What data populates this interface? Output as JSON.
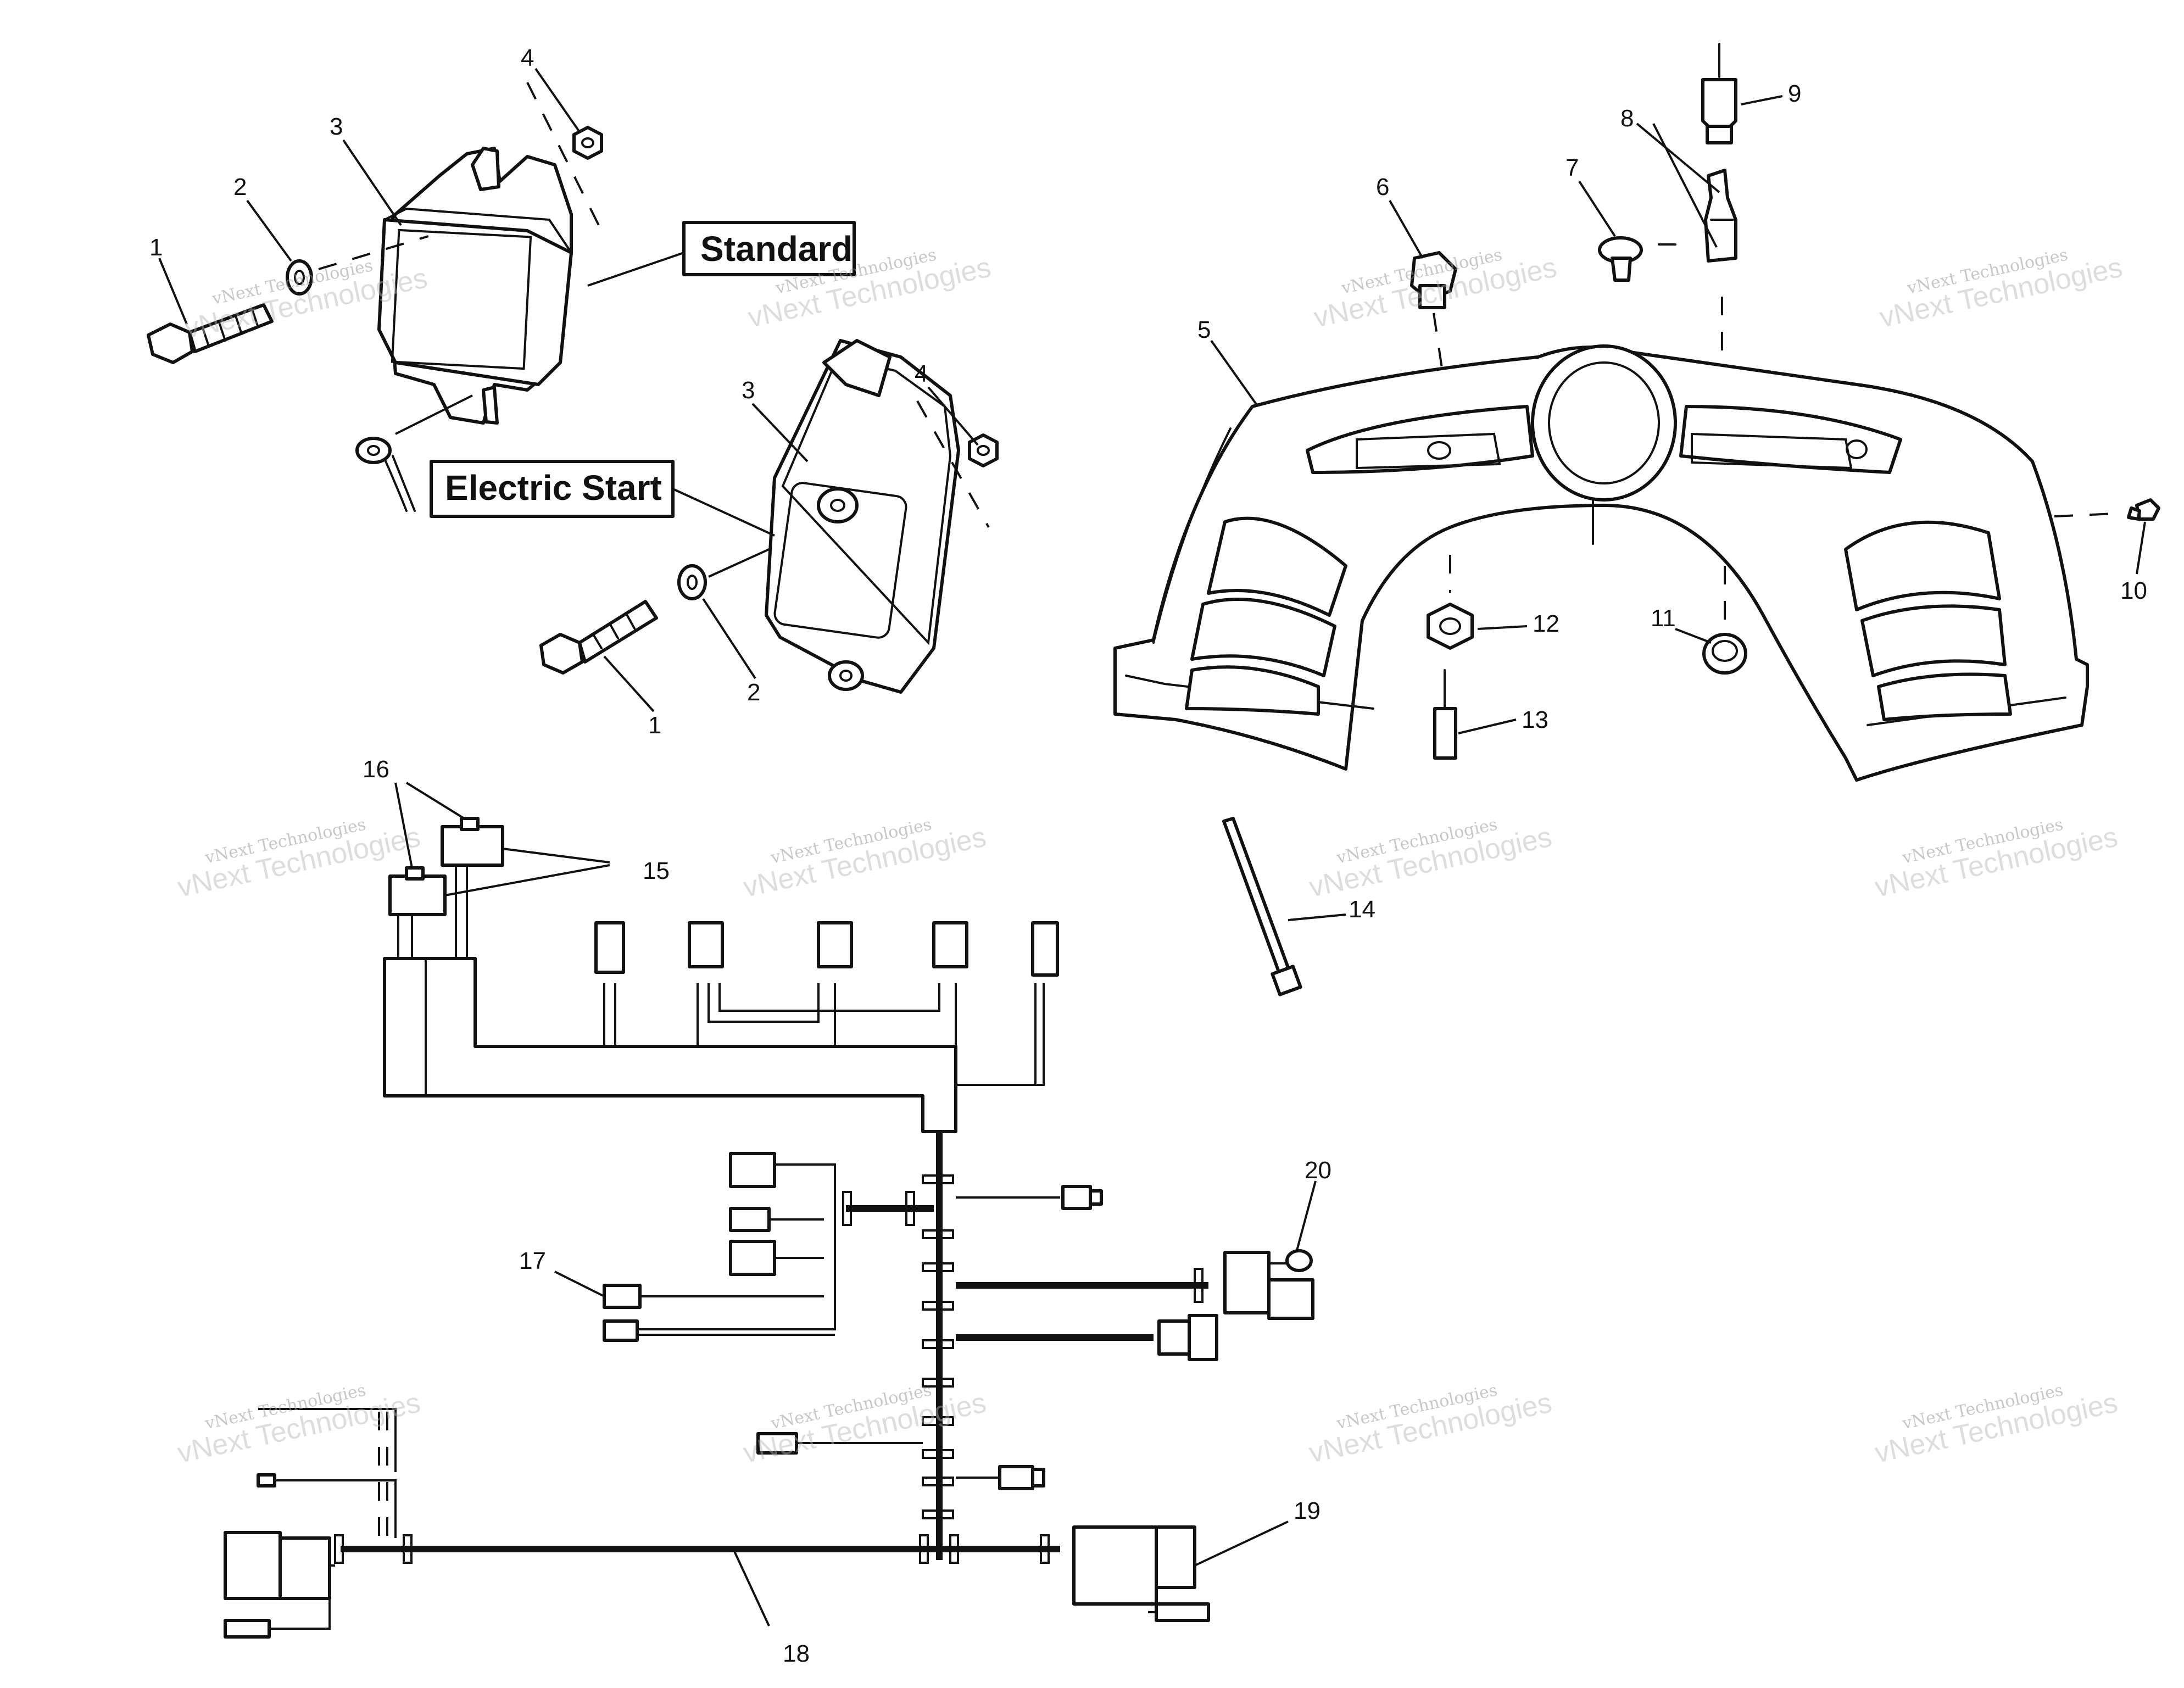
{
  "labels": {
    "standard": "Standard",
    "electric_start": "Electric Start"
  },
  "callouts": {
    "c1a": "1",
    "c2a": "2",
    "c3a": "3",
    "c4a": "4",
    "c1b": "1",
    "c2b": "2",
    "c3b": "3",
    "c4b": "4",
    "c5": "5",
    "c6": "6",
    "c7": "7",
    "c8": "8",
    "c9": "9",
    "c10": "10",
    "c11": "11",
    "c12": "12",
    "c13": "13",
    "c14": "14",
    "c15": "15",
    "c16": "16",
    "c17": "17",
    "c18": "18",
    "c19": "19",
    "c20": "20"
  },
  "watermark": {
    "line1": "vNext Technologies",
    "line2": "vNext Technologies"
  },
  "colors": {
    "ink": "#111111",
    "watermark": "#9a9a9a"
  }
}
